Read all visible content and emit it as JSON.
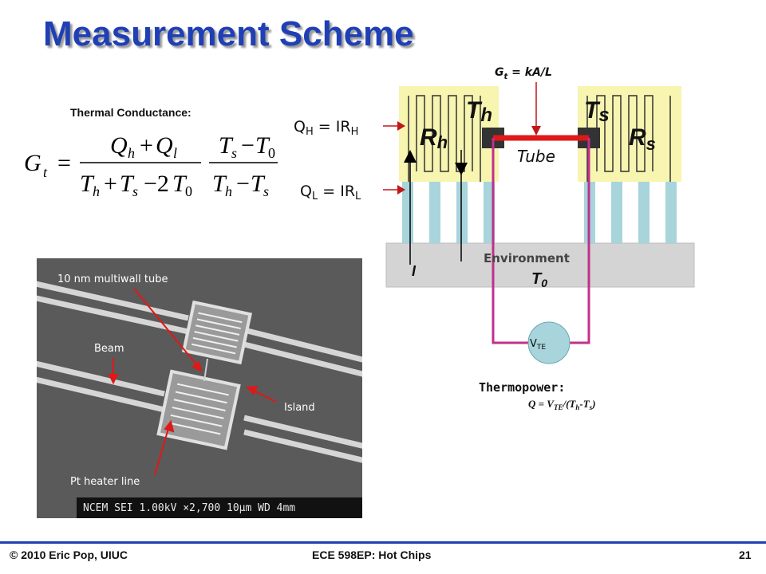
{
  "title": "Measurement Scheme",
  "thermal_conductance": {
    "label": "Thermal Conductance:"
  },
  "diagram": {
    "gt_label": "G",
    "gt_sub": "t",
    "gt_rest": " = kA/L",
    "th_main": "T",
    "th_sub": "h",
    "ts_main": "T",
    "ts_sub": "s",
    "rh_main": "R",
    "rh_sub": "h",
    "rs_main": "R",
    "rs_sub": "s",
    "tube": "Tube",
    "qh_q": "Q",
    "qh_sub": "H",
    "qh_mid": " = IR",
    "qh_sub2": "H",
    "ql_q": "Q",
    "ql_sub": "L",
    "ql_mid": " = IR",
    "ql_sub2": "L",
    "environment": "Environment",
    "t0_main": "T",
    "t0_sub": "0",
    "current": "I",
    "vte_main": "V",
    "vte_sub": "TE",
    "colors": {
      "pad": "#f7f5b0",
      "leg": "#a8d4dc",
      "environment": "#d4d4d4",
      "wire": "#c0308c",
      "tube": "#e01818",
      "circle": "#a8d4dc",
      "title": "#1f3fb5"
    }
  },
  "thermopower": {
    "label": "Thermopower:",
    "eq_q": "Q = V",
    "eq_sub": "TE",
    "eq_mid": "/(T",
    "eq_sub2": "h",
    "eq_minus": "-T",
    "eq_sub3": "s",
    "eq_close": ")"
  },
  "sem": {
    "label_tube": "10 nm multiwall tube",
    "label_beam": "Beam",
    "label_island": "Island",
    "label_heater": "Pt heater line",
    "scalebar_text": "NCEM SEI   1.00kV   ×2,700   10μm WD 4mm"
  },
  "footer": {
    "left": "© 2010 Eric Pop, UIUC",
    "center": "ECE 598EP: Hot Chips",
    "page": "21"
  }
}
